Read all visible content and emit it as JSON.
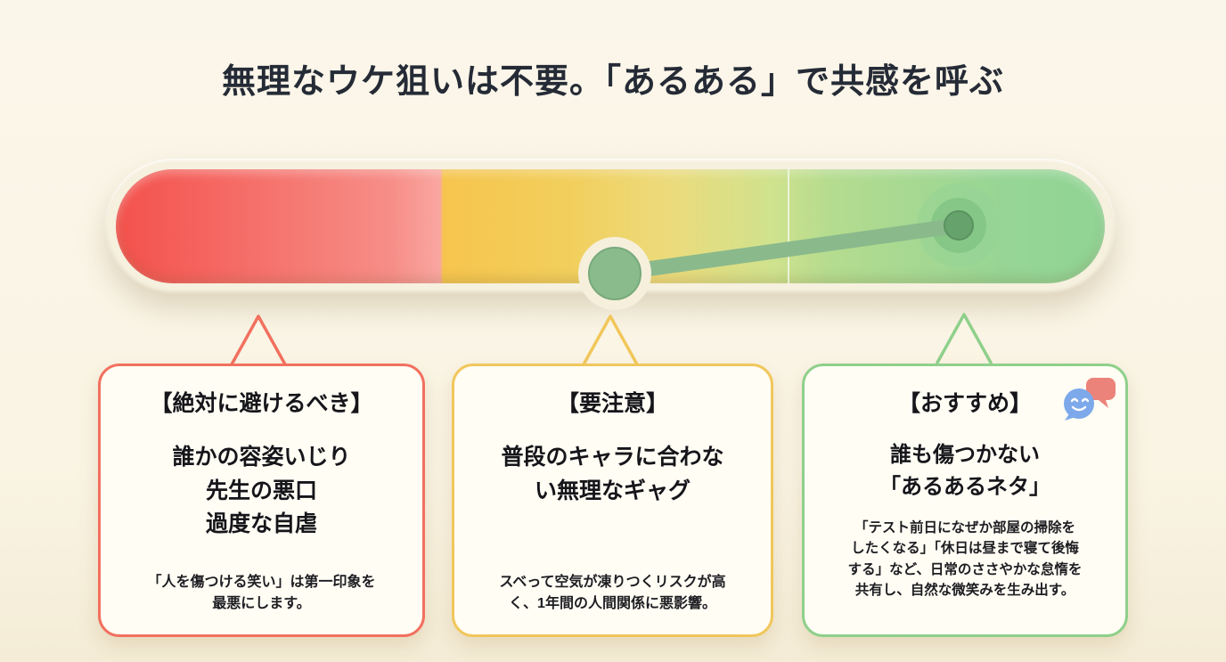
{
  "title": "無理なウケ狙いは不要。「あるある」で共感を呼ぶ",
  "gauge": {
    "zones": [
      {
        "name": "avoid",
        "color": "#f4534e"
      },
      {
        "name": "caution",
        "color": "#f6c64f"
      },
      {
        "name": "recommended",
        "color": "#93d693"
      }
    ],
    "needle": {
      "color": "#8ab98c",
      "pointing_zone": "recommended"
    }
  },
  "cards": [
    {
      "accent": "#f2705f",
      "heading": "【絶対に避けるべき】",
      "body": "誰かの容姿いじり\n先生の悪口\n過度な自虐",
      "note": "「人を傷つける笑い」は第一印象を\n最悪にします。"
    },
    {
      "accent": "#f1c75b",
      "heading": "【要注意】",
      "body": "普段のキャラに合わな\nい無理なギャグ",
      "note": "スベって空気が凍りつくリスクが高\nく、1年間の人間関係に悪影響。"
    },
    {
      "accent": "#8fd08b",
      "heading": "【おすすめ】",
      "body": "誰も傷つかない\n「あるあるネタ」",
      "note": "「テスト前日になぜか部屋の掃除を\nしたくなる」「休日は昼まで寝て後悔\nする」など、日常のささやかな怠惰を\n共有し、自然な微笑みを生み出す。",
      "icon": "chat-smiley-icon"
    }
  ]
}
